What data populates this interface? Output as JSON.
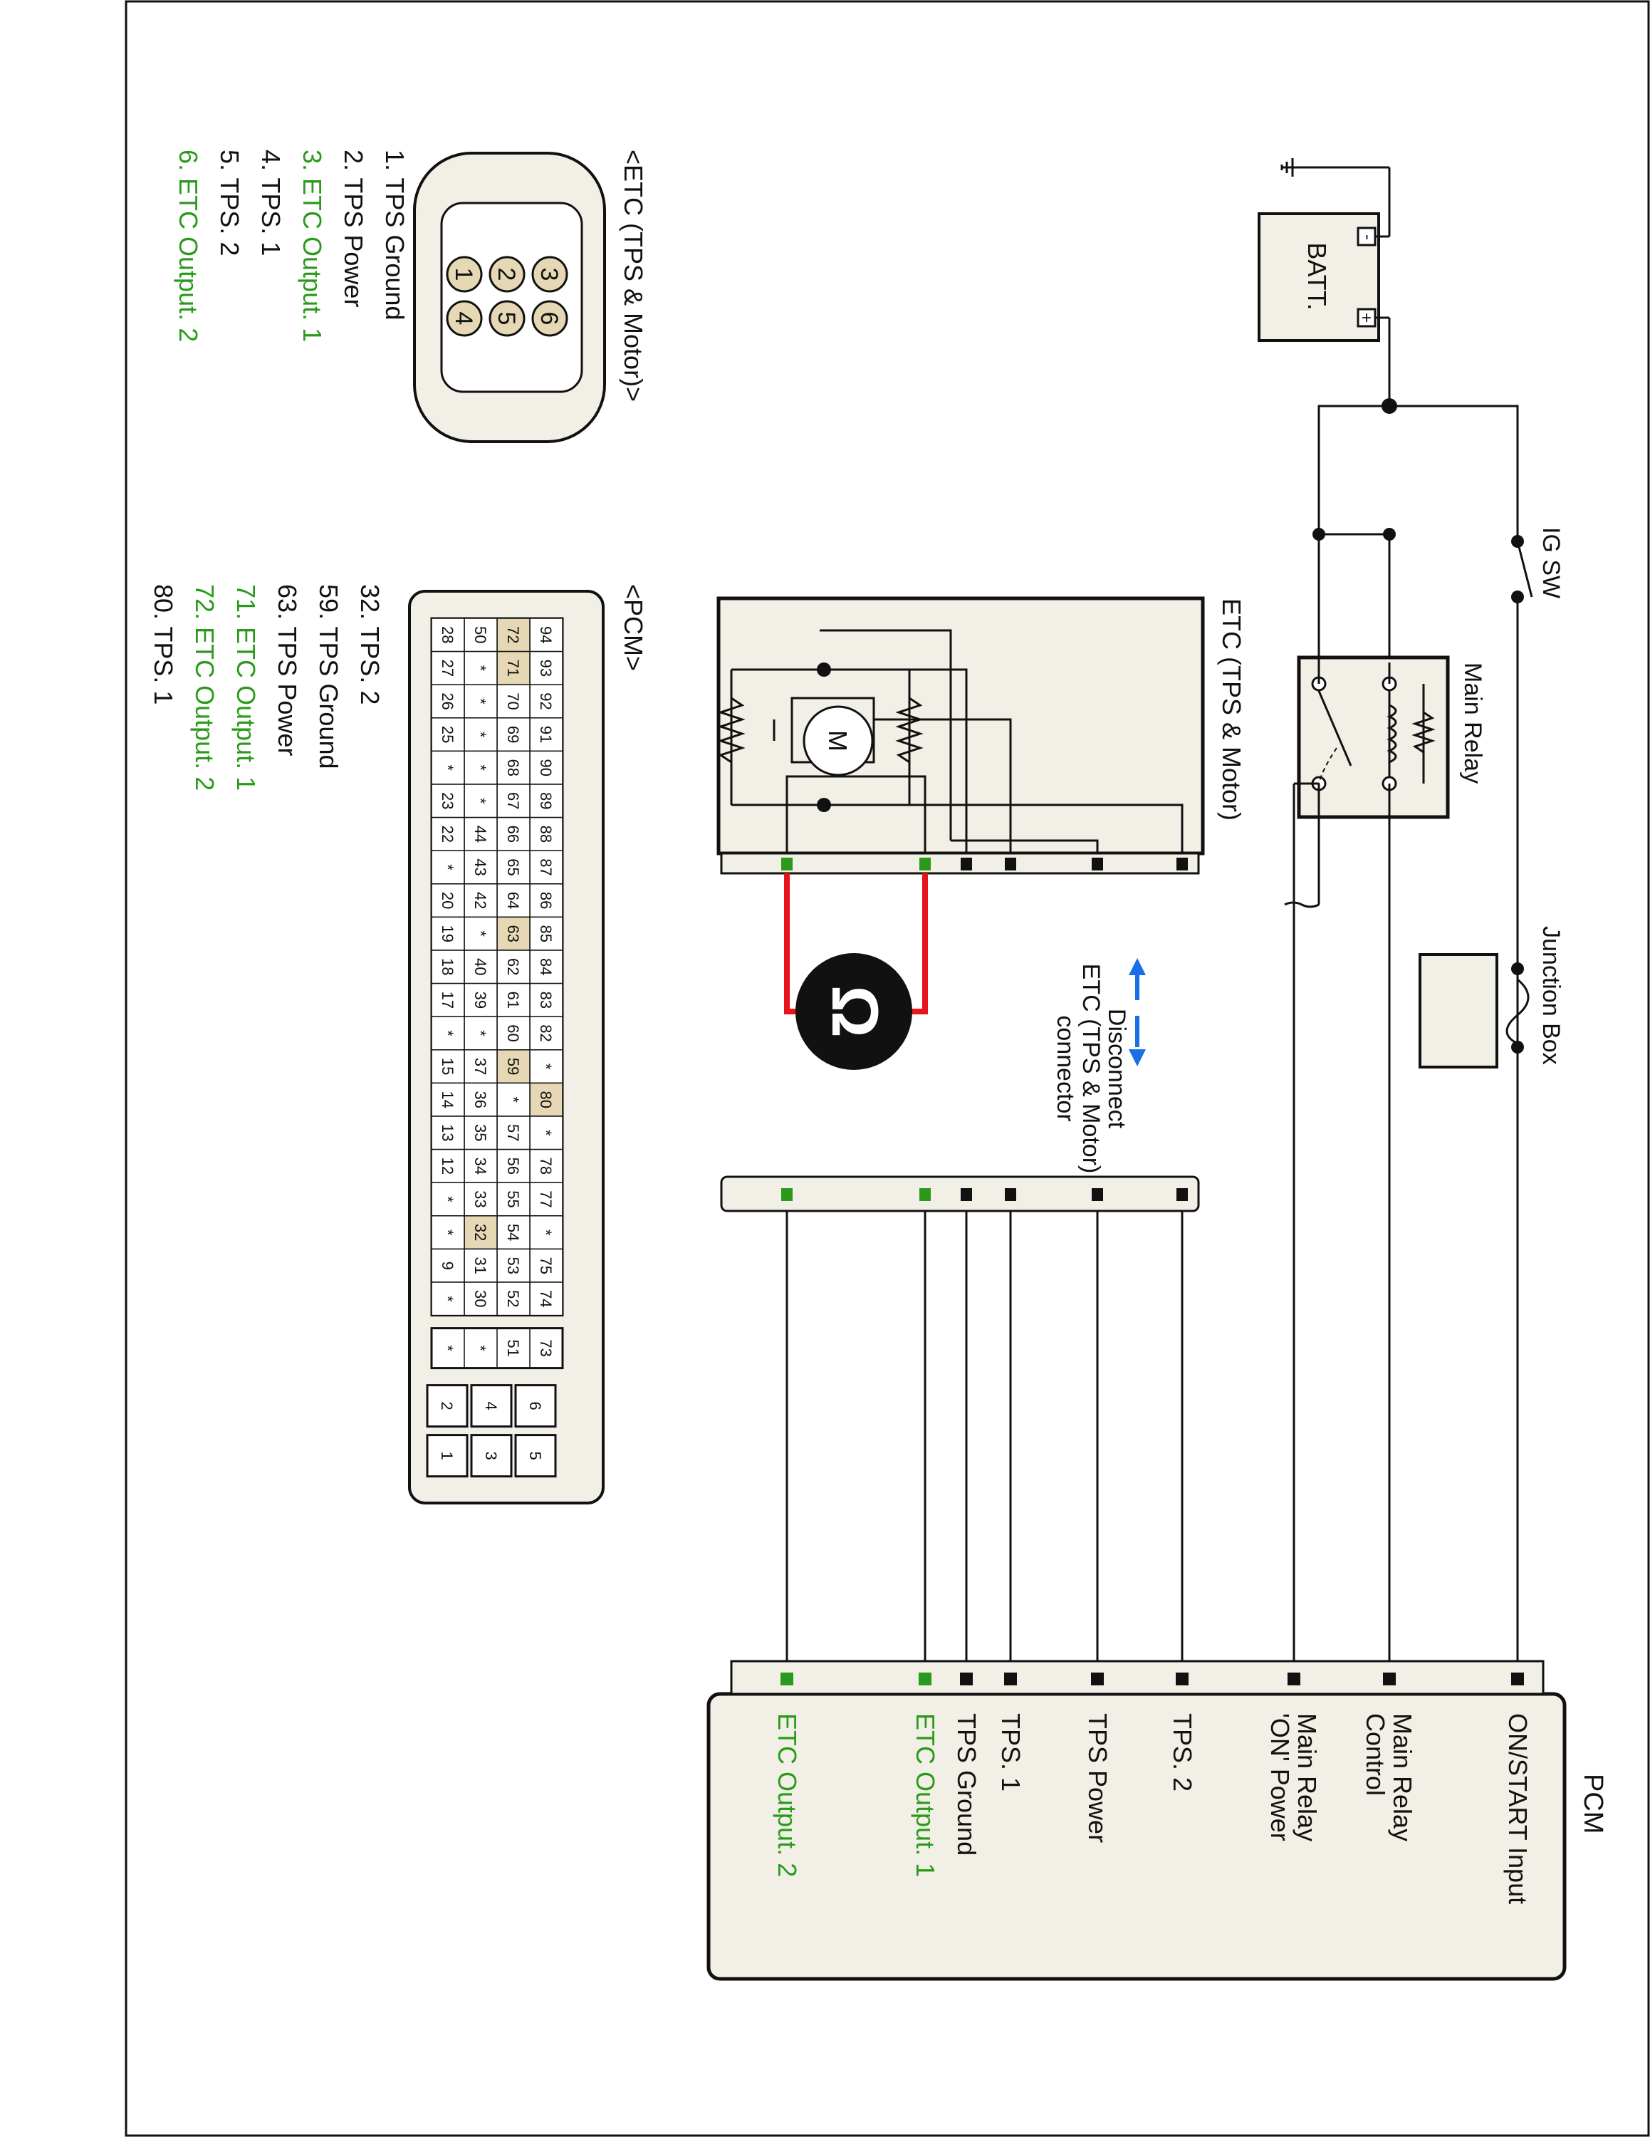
{
  "components": {
    "battery": "BATT.",
    "ig_sw": "IG SW",
    "main_relay": "Main Relay",
    "junction_box": "Junction Box",
    "motor": "M",
    "etc_module": "ETC (TPS & Motor)",
    "pcm": "PCM",
    "ohm": "Ω"
  },
  "pcm_pins": [
    {
      "label": "ON/START Input",
      "color": "#111111"
    },
    {
      "label": "Main Relay Control",
      "color": "#111111"
    },
    {
      "label": "Main Relay 'ON' Power",
      "color": "#111111"
    },
    {
      "label": "TPS. 2",
      "color": "#111111"
    },
    {
      "label": "TPS Power",
      "color": "#111111"
    },
    {
      "label": "TPS. 1",
      "color": "#111111"
    },
    {
      "label": "TPS Ground",
      "color": "#111111"
    },
    {
      "label": "ETC Output. 1",
      "color": "#2a9a1a"
    },
    {
      "label": "ETC Output. 2",
      "color": "#2a9a1a"
    }
  ],
  "disconnect_note": [
    "Disconnect",
    "ETC (TPS & Motor)",
    "connector"
  ],
  "etc_connector": {
    "title": "<ETC (TPS & Motor)>",
    "pins": [
      "3",
      "2",
      "1",
      "6",
      "5",
      "4"
    ],
    "legend": [
      {
        "text": "1. TPS Ground",
        "color": "#111111"
      },
      {
        "text": "2. TPS Power",
        "color": "#111111"
      },
      {
        "text": "3. ETC Output. 1",
        "color": "#2a9a1a"
      },
      {
        "text": "4. TPS. 1",
        "color": "#111111"
      },
      {
        "text": "5. TPS. 2",
        "color": "#111111"
      },
      {
        "text": "6. ETC Output. 2",
        "color": "#2a9a1a"
      }
    ]
  },
  "pcm_connector": {
    "title": "<PCM>",
    "rows": [
      [
        "94",
        "93",
        "92",
        "91",
        "90",
        "89",
        "88",
        "87",
        "86",
        "85",
        "84",
        "83",
        "82",
        "*",
        "80",
        "*",
        "78",
        "77",
        "*",
        "75",
        "74"
      ],
      [
        "72",
        "71",
        "70",
        "69",
        "68",
        "67",
        "66",
        "65",
        "64",
        "63",
        "62",
        "61",
        "60",
        "59",
        "*",
        "57",
        "56",
        "55",
        "54",
        "53",
        "52"
      ],
      [
        "50",
        "*",
        "*",
        "*",
        "*",
        "*",
        "44",
        "43",
        "42",
        "*",
        "40",
        "39",
        "*",
        "37",
        "36",
        "35",
        "34",
        "33",
        "32",
        "31",
        "30"
      ],
      [
        "28",
        "27",
        "26",
        "25",
        "*",
        "23",
        "22",
        "*",
        "20",
        "19",
        "18",
        "17",
        "*",
        "15",
        "14",
        "13",
        "12",
        "*",
        "*",
        "9",
        "*"
      ]
    ],
    "highlighted": [
      "72",
      "71",
      "63",
      "59",
      "80",
      "32"
    ],
    "block2": [
      [
        "73"
      ],
      [
        "51"
      ],
      [
        "*"
      ],
      [
        "*"
      ]
    ],
    "block3": [
      [
        "6",
        "5"
      ],
      [
        "4",
        "3"
      ],
      [
        "2",
        "1"
      ]
    ],
    "legend": [
      {
        "text": "32. TPS. 2",
        "color": "#111111"
      },
      {
        "text": "59. TPS Ground",
        "color": "#111111"
      },
      {
        "text": "63. TPS Power",
        "color": "#111111"
      },
      {
        "text": "71. ETC Output. 1",
        "color": "#2a9a1a"
      },
      {
        "text": "72. ETC Output. 2",
        "color": "#2a9a1a"
      },
      {
        "text": "80. TPS. 1",
        "color": "#111111"
      }
    ]
  },
  "colors": {
    "green": "#2a9a1a",
    "red": "#e8141a",
    "blue": "#1a6ee8",
    "tan": "#e6d8b4",
    "box_fill": "#f2f0e6"
  }
}
